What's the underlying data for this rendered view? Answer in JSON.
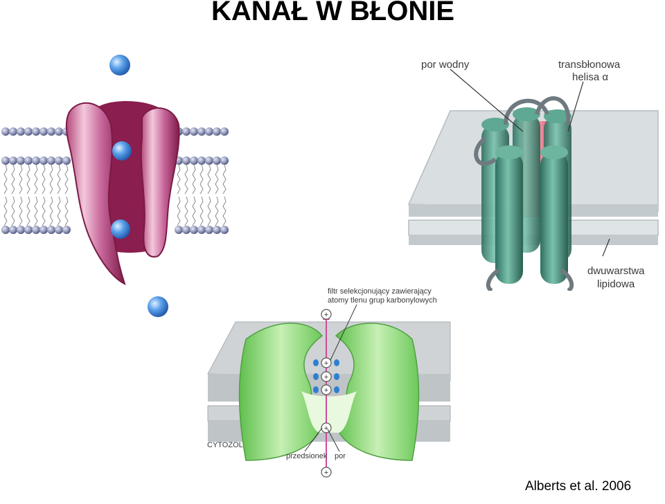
{
  "title": "KANAŁ W BŁONIE",
  "credit": "Alberts et al. 2006",
  "helix_panel": {
    "label_pore": "por wodny",
    "label_helix_line1": "transbłonowa",
    "label_helix_line2": "helisa α",
    "label_bilayer_line1": "dwuwarstwa",
    "label_bilayer_line2": "lipidowa"
  },
  "filter_panel": {
    "label_filter_line1": "filtr selekcjonujący zawierający",
    "label_filter_line2": "atomy tlenu grup karbonylowych",
    "label_cytosol": "CYTOZOL",
    "label_vestibule": "przedsionek",
    "label_pore": "por",
    "ion_symbol": "+"
  },
  "colors": {
    "protein": "#8a1e4e",
    "ion": "#4a8fe0",
    "helix": "#3d8f7c",
    "pore_water": "#f06a80",
    "filter_protein": "#8fd978",
    "arrow": "#d04a9a"
  }
}
